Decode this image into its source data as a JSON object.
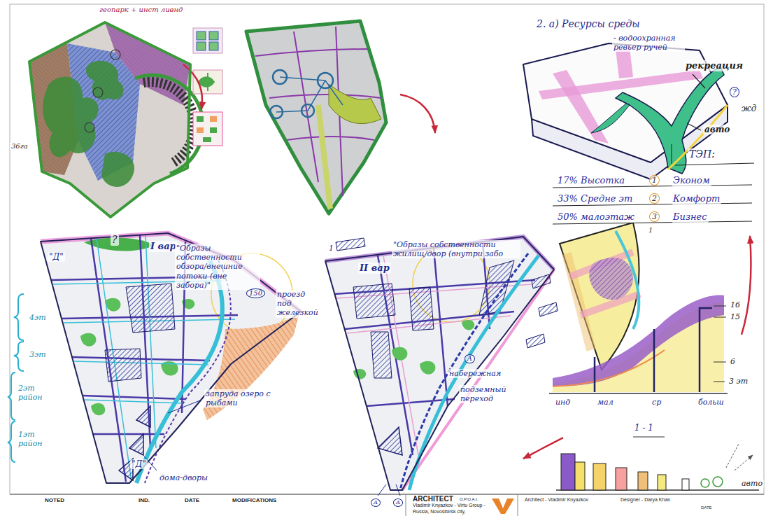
{
  "diagram": {
    "nodes": [
      {
        "text": [
          "геопарк + инст ливнд"
        ]
      },
      {
        "text": [
          "2. а) Ресурсы среды",
          "- водоохранная ревьер ручей"
        ]
      },
      {
        "text": [
          "I вар",
          "\"Образы собственности обзора/внешние потоки (вне забора)\""
        ]
      },
      {
        "text": [
          "II вар",
          "\"Образы собственности жилищ/двор (внутри забо"
        ]
      },
      {
        "text": [
          "1 - 1"
        ]
      }
    ],
    "edges": [
      {
        "from": 4,
        "to": 3,
        "arrow": "to"
      }
    ],
    "labels": [
      "36га",
      "рекреация",
      "?",
      "жд",
      "авто",
      "ТЭП:",
      "17% Высотка",
      "1",
      "Эконом",
      "33% Средне эт",
      "2",
      "Комфорт",
      "50% малоэтаж",
      "3",
      "Бизнес",
      "1",
      "\"Д\"",
      "?",
      "150",
      "проезд под железкой",
      "4эт",
      "3эт",
      "2эт район",
      "1эт район",
      "запруда озеро с рыбами",
      "\"Д\"",
      "дома-дворы",
      "1",
      "А",
      "набережная",
      "подземный переход",
      "А",
      "А",
      "16",
      "15",
      "6",
      "3 эт",
      "инд",
      "мал",
      "ср",
      "больш",
      "авто",
      "NOTED",
      "IND.",
      "DATE",
      "MODIFICATIONS",
      "ARCHITECT",
      "O.P.O.A.I.",
      "Vladimir Knyazkov - Virtu Group -",
      "Russia, Novosibirsk city,",
      "Architect - Vladimir Knyazkov",
      "Designer - Darya Khan",
      "DATE"
    ]
  }
}
